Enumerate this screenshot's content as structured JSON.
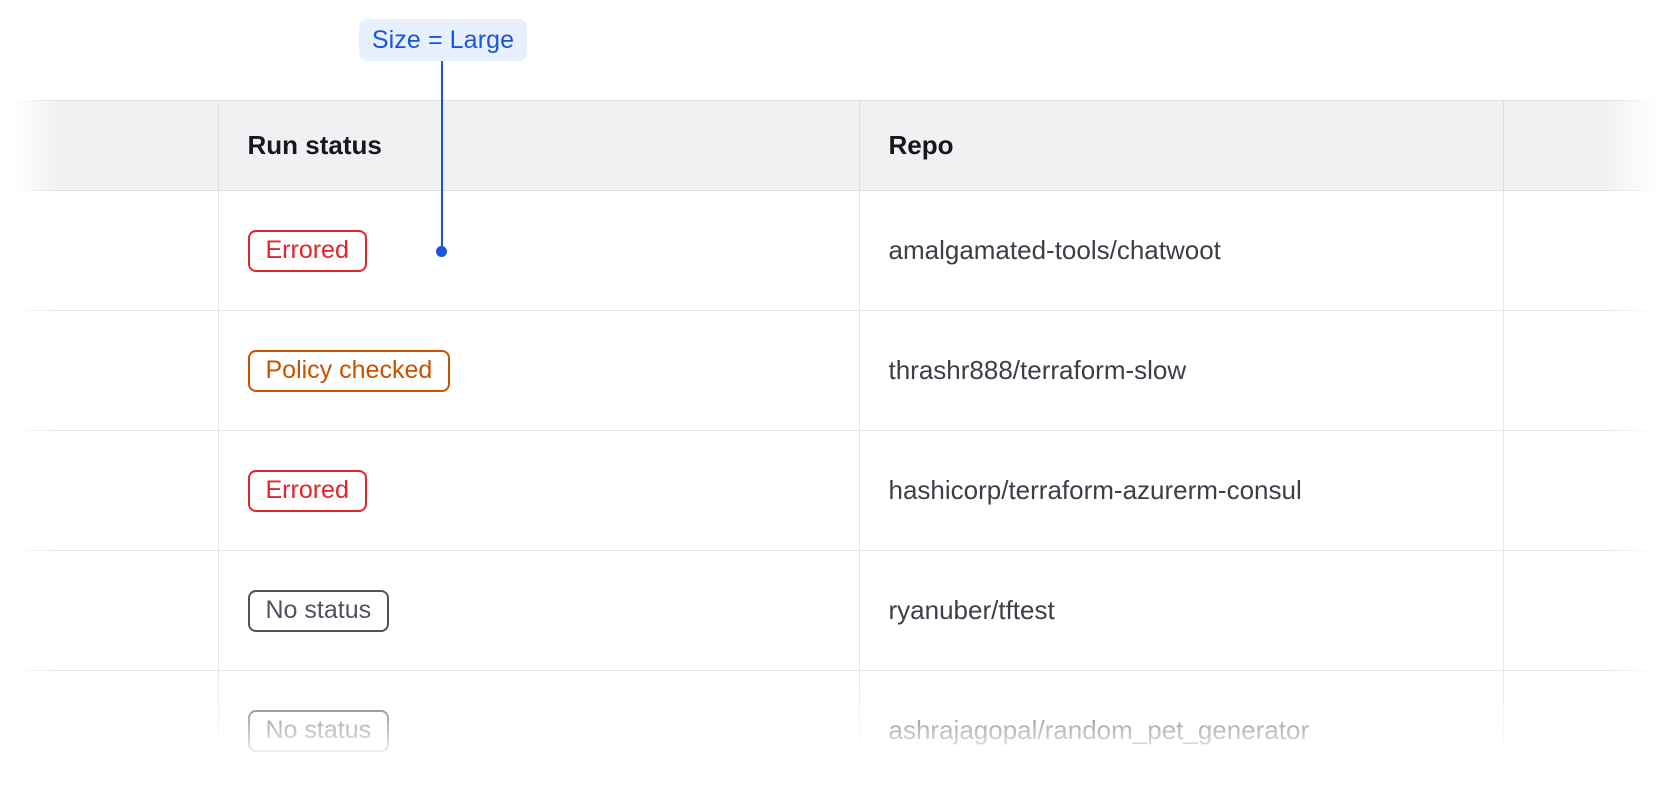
{
  "annotation": {
    "label": "Size = Large",
    "accent_color": "#1a56db",
    "background_color": "#e8f0fe",
    "pointer": "vertical-connector-line-with-dot"
  },
  "table": {
    "columns": [
      {
        "key": "select",
        "label": ""
      },
      {
        "key": "run_status",
        "label": "Run status"
      },
      {
        "key": "repo",
        "label": "Repo"
      },
      {
        "key": "overflow",
        "label": ""
      }
    ],
    "rows": [
      {
        "status": {
          "text": "Errored",
          "variant": "errored",
          "color": "#e0262c"
        },
        "repo": "amalgamated-tools/chatwoot",
        "faded": false
      },
      {
        "status": {
          "text": "Policy checked",
          "variant": "policy-checked",
          "color": "#c75300"
        },
        "repo": "thrashr888/terraform-slow",
        "faded": false
      },
      {
        "status": {
          "text": "Errored",
          "variant": "errored",
          "color": "#e0262c"
        },
        "repo": "hashicorp/terraform-azurerm-consul",
        "faded": false
      },
      {
        "status": {
          "text": "No status",
          "variant": "no-status",
          "color": "#4d5361"
        },
        "repo": "ryanuber/tftest",
        "faded": false
      },
      {
        "status": {
          "text": "No status",
          "variant": "no-status",
          "color": "#4d5361"
        },
        "repo": "ashrajagopal/random_pet_generator",
        "faded": true
      }
    ]
  },
  "theme": {
    "header_background": "#f0f1f3",
    "header_text": "#16181d",
    "body_text": "#3b3f47",
    "border": "#e4e6ea",
    "page_background": "#ffffff"
  }
}
